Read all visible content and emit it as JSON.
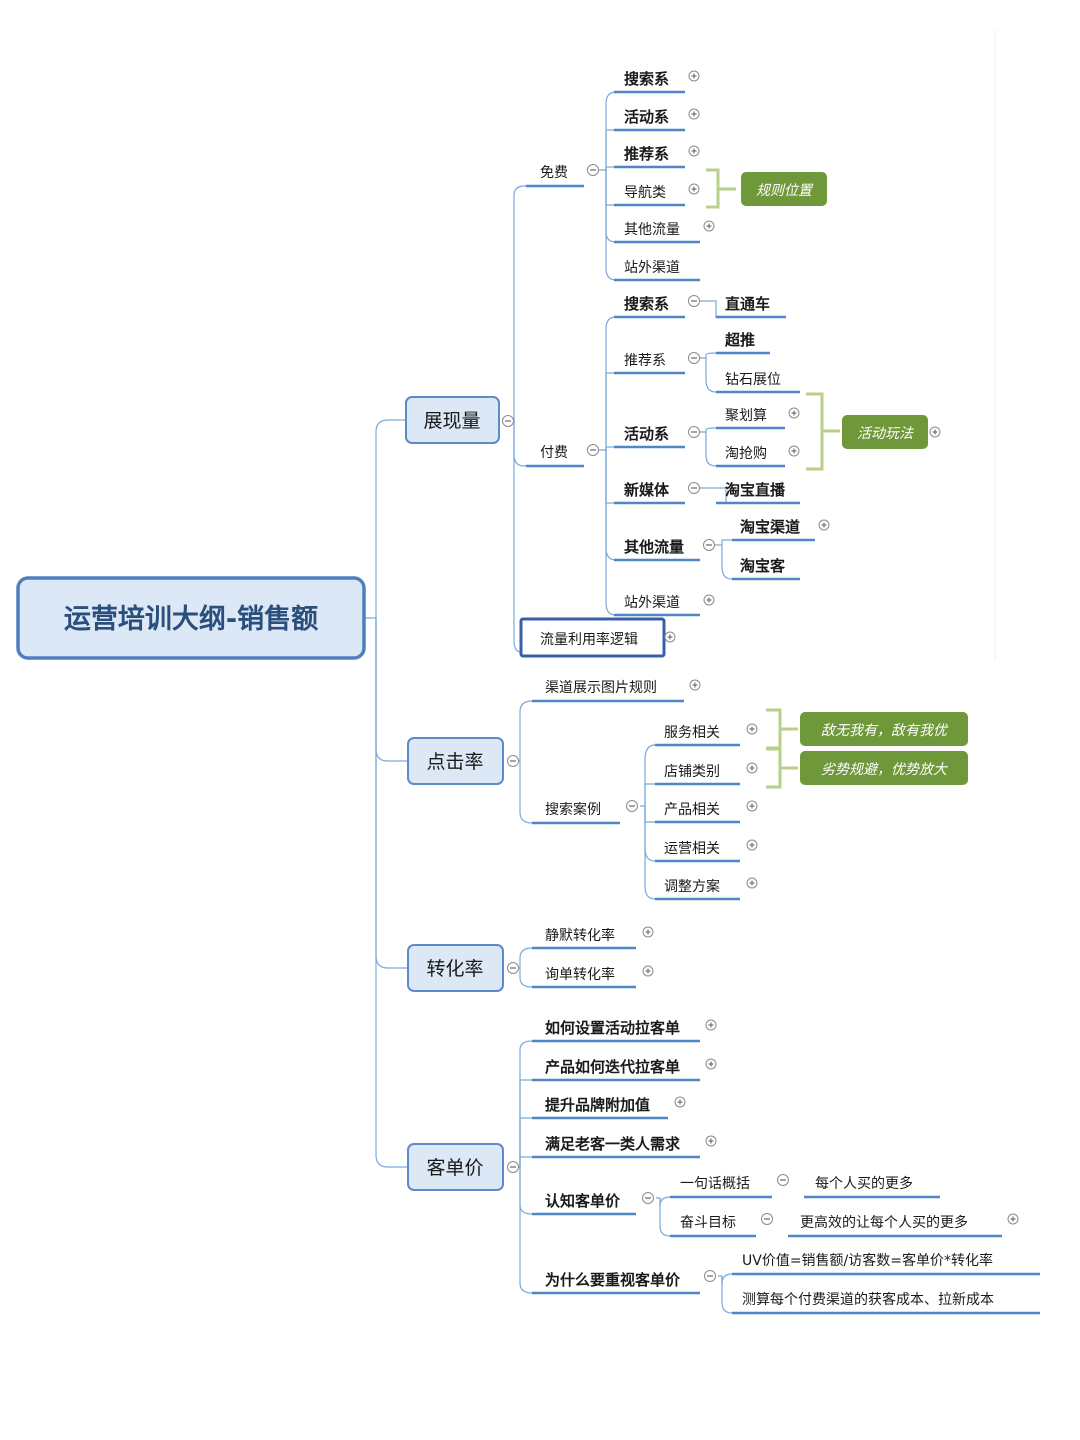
{
  "root": "运营培训大纲-销售额",
  "branches": {
    "exposure": "展现量",
    "ctr": "点击率",
    "conversion": "转化率",
    "aov": "客单价"
  },
  "exposure": {
    "free": {
      "label": "免费",
      "items": [
        "搜索系",
        "活动系",
        "推荐系",
        "导航类",
        "其他流量",
        "站外渠道"
      ],
      "tag": "规则位置"
    },
    "paid": {
      "label": "付费",
      "search": "搜索系",
      "search_child": "直通车",
      "recommend": "推荐系",
      "recommend_children": [
        "超推",
        "钻石展位"
      ],
      "activity": "活动系",
      "activity_children": [
        "聚划算",
        "淘抢购"
      ],
      "activity_tag": "活动玩法",
      "media": "新媒体",
      "media_child": "淘宝直播",
      "other": "其他流量",
      "other_children": [
        "淘宝渠道",
        "淘宝客"
      ],
      "offsite": "站外渠道"
    },
    "traffic_logic": "流量利用率逻辑"
  },
  "ctr": {
    "channel_rule": "渠道展示图片规则",
    "search_case": "搜索案例",
    "case_items": [
      "服务相关",
      "店铺类别",
      "产品相关",
      "运营相关",
      "调整方案"
    ],
    "tag1": "敌无我有，敌有我优",
    "tag2": "劣势规避，优势放大"
  },
  "conversion": {
    "items": [
      "静默转化率",
      "询单转化率"
    ]
  },
  "aov": {
    "items": [
      "如何设置活动拉客单",
      "产品如何迭代拉客单",
      "提升品牌附加值",
      "满足老客一类人需求"
    ],
    "cognition": "认知客单价",
    "summary": "一句话概括",
    "summary_child": "每个人买的更多",
    "goal": "奋斗目标",
    "goal_child": "更高效的让每个人买的更多",
    "why": "为什么要重视客单价",
    "why_children": [
      "UV价值=销售额/访客数=客单价*转化率",
      "测算每个付费渠道的获客成本、拉新成本"
    ]
  },
  "colors": {
    "line": "#6a9fd6",
    "node_fill": "#dce8f5",
    "node_stroke": "#4f7fbf",
    "tag_fill": "#6f983a",
    "bracket": "#b5cf86",
    "text": "#1a1a1a"
  }
}
